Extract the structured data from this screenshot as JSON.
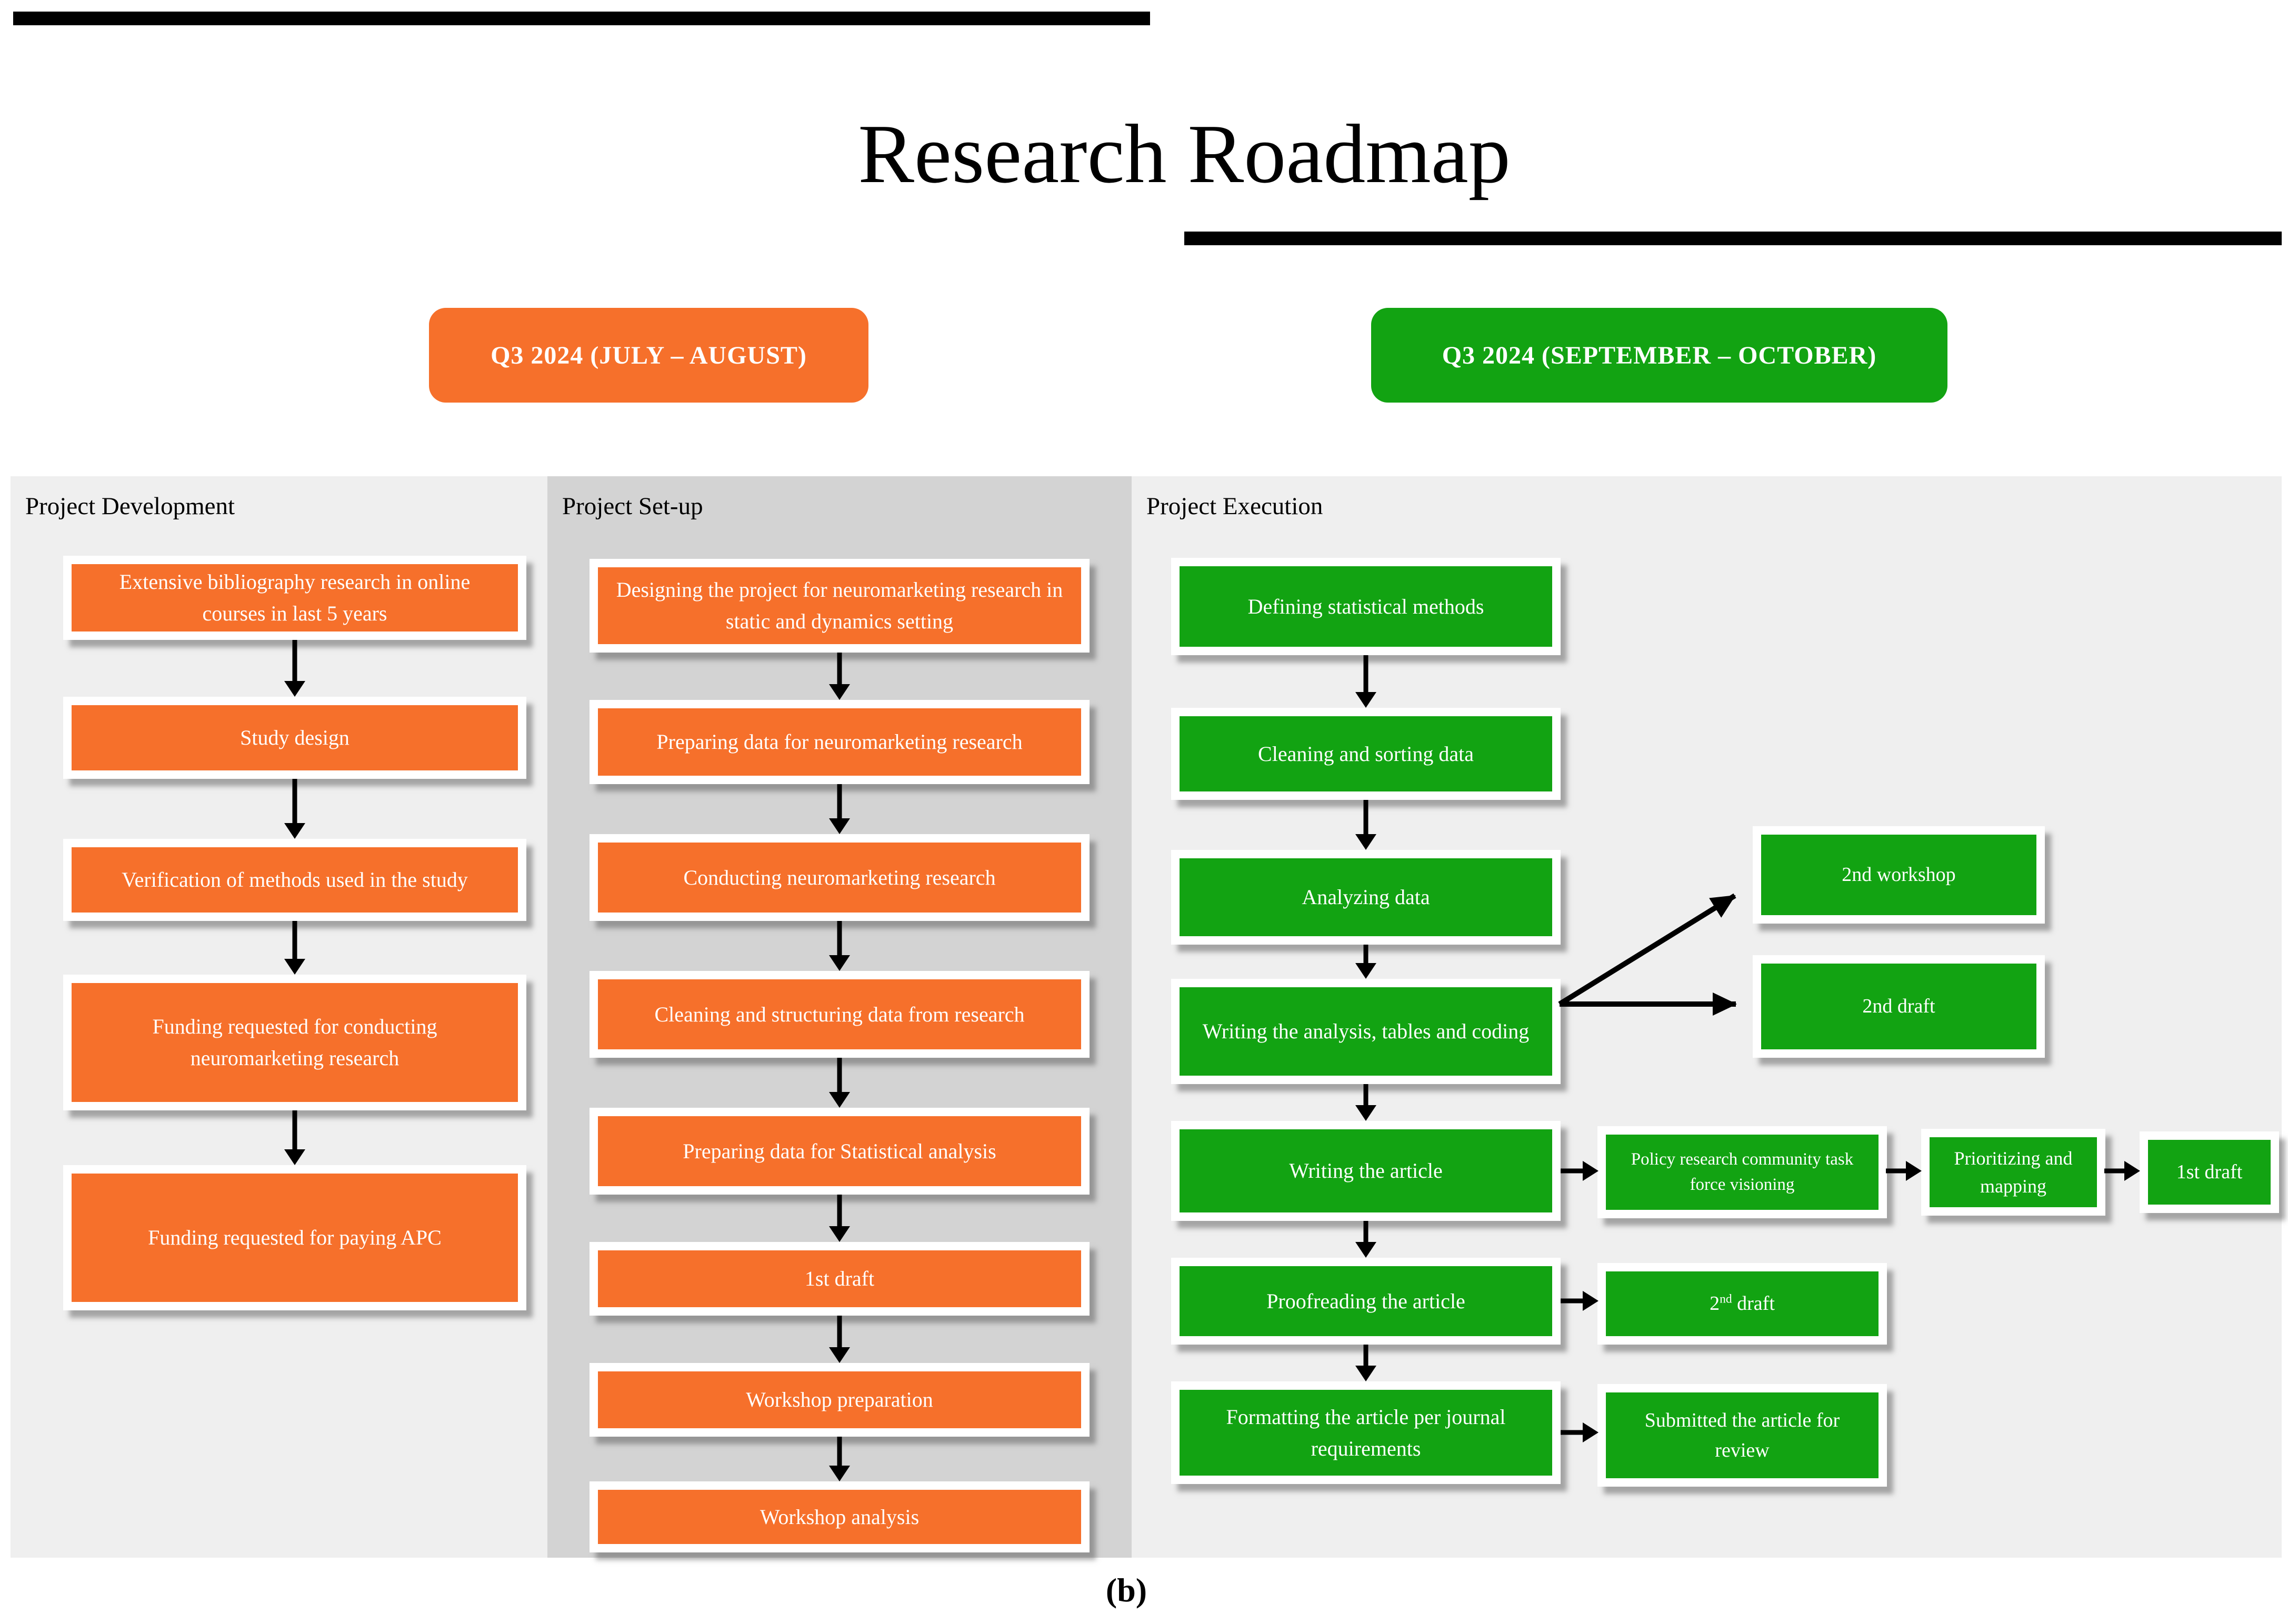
{
  "title": "Research Roadmap",
  "caption": "(b)",
  "timeline": {
    "orange_label": "Q3 2024 (JULY – AUGUST)",
    "green_label": "Q3 2024 (SEPTEMBER – OCTOBER)"
  },
  "colors": {
    "orange": "#F6702B",
    "green": "#12A312",
    "column_bg_light": "#EFEFEF",
    "column_bg_dark": "#D3D3D3",
    "arrow": "#000000"
  },
  "columns": [
    {
      "header": "Project Development",
      "boxes": [
        "Extensive bibliography research in online courses in last 5 years",
        "Study design",
        "Verification of methods used in the study",
        "Funding requested for conducting neuromarketing research",
        "Funding requested for paying APC"
      ]
    },
    {
      "header": "Project Set-up",
      "boxes": [
        "Designing  the project for neuromarketing research in static and dynamics setting",
        "Preparing data for neuromarketing research",
        "Conducting neuromarketing research",
        "Cleaning and structuring data from research",
        "Preparing data for Statistical analysis",
        "1st draft",
        "Workshop preparation",
        "Workshop analysis"
      ]
    },
    {
      "header": "Project Execution",
      "boxes": [
        "Defining statistical methods",
        "Cleaning and sorting data",
        "Analyzing data",
        "Writing the analysis, tables and coding",
        "Writing the article",
        "Proofreading the article",
        "Formatting the article per journal requirements"
      ],
      "side_boxes": {
        "workshop2": "2nd workshop",
        "draft2_plain": "2nd draft",
        "policy": "Policy research community task force visioning",
        "prioritizing": "Prioritizing and mapping",
        "draft1": "1st draft",
        "draft2_sup": {
          "num": "2",
          "sup": "nd",
          "rest": " draft"
        },
        "submitted": "Submitted the article for review"
      }
    }
  ]
}
